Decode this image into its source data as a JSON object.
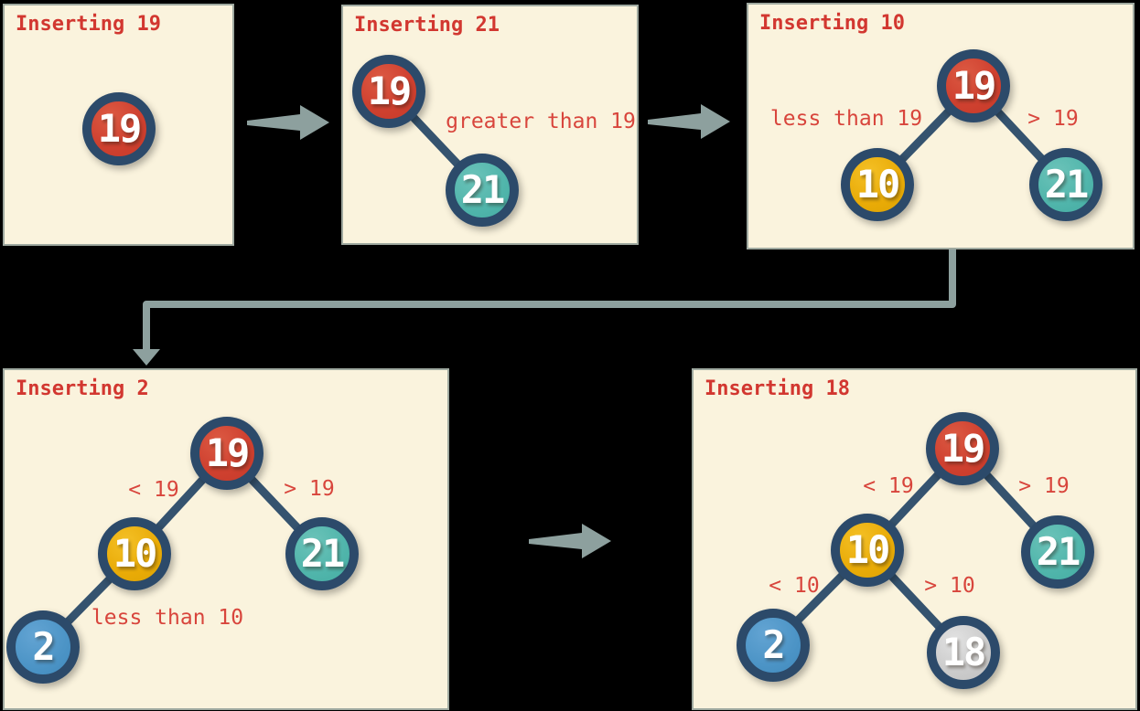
{
  "colors": {
    "background": "#000000",
    "panel_background": "#faf3dd",
    "panel_border": "#9fa9a0",
    "title_text": "#d23730",
    "label_text": "#d8453c",
    "edge_line": "#35536f",
    "node_ring": "#2c4a6a",
    "node_number": "#ffffff",
    "arrow": "#8da09e",
    "node_red": "#cf4130",
    "node_teal": "#50b5ab",
    "node_yellow": "#e9ab07",
    "node_blue": "#4c94c6",
    "node_gray": "#c9c9c9"
  },
  "panels": [
    {
      "title": "Inserting 19",
      "nodes": [
        {
          "value": "19",
          "color": "red"
        }
      ],
      "labels": []
    },
    {
      "title": "Inserting 21",
      "nodes": [
        {
          "value": "19",
          "color": "red"
        },
        {
          "value": "21",
          "color": "teal"
        }
      ],
      "labels": [
        {
          "text": "greater than 19"
        }
      ]
    },
    {
      "title": "Inserting 10",
      "nodes": [
        {
          "value": "19",
          "color": "red"
        },
        {
          "value": "10",
          "color": "yellow"
        },
        {
          "value": "21",
          "color": "teal"
        }
      ],
      "labels": [
        {
          "text": "less than 19"
        },
        {
          "text": "> 19"
        }
      ]
    },
    {
      "title": "Inserting 2",
      "nodes": [
        {
          "value": "19",
          "color": "red"
        },
        {
          "value": "10",
          "color": "yellow"
        },
        {
          "value": "21",
          "color": "teal"
        },
        {
          "value": "2",
          "color": "blue"
        }
      ],
      "labels": [
        {
          "text": "< 19"
        },
        {
          "text": "> 19"
        },
        {
          "text": "less than 10"
        }
      ]
    },
    {
      "title": "Inserting 18",
      "nodes": [
        {
          "value": "19",
          "color": "red"
        },
        {
          "value": "10",
          "color": "yellow"
        },
        {
          "value": "21",
          "color": "teal"
        },
        {
          "value": "2",
          "color": "blue"
        },
        {
          "value": "18",
          "color": "gray"
        }
      ],
      "labels": [
        {
          "text": "< 19"
        },
        {
          "text": "> 19"
        },
        {
          "text": "< 10"
        },
        {
          "text": "> 10"
        }
      ]
    }
  ]
}
